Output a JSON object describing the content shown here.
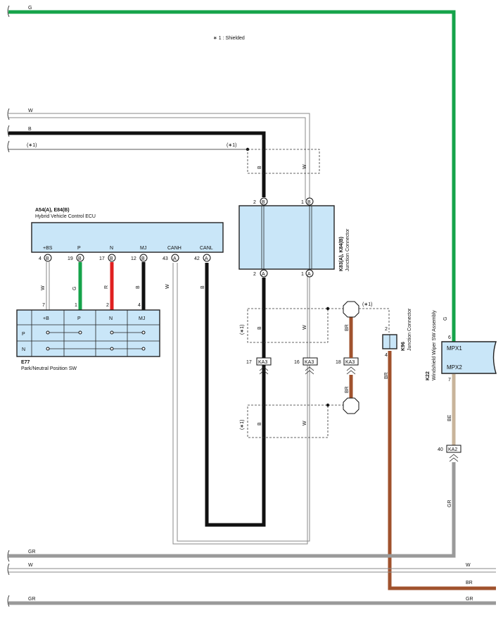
{
  "note": "∗ 1 : Shielded",
  "wire_labels": {
    "G": "G",
    "W": "W",
    "B": "B",
    "R": "R",
    "BR": "BR",
    "GR": "GR",
    "BE": "BE",
    "shield": "(∗1)"
  },
  "ecu": {
    "id": "A54(A), E84(B)",
    "name": "Hybrid Vehicle Control ECU",
    "terminals": [
      "+BS",
      "P",
      "N",
      "MJ",
      "CANH",
      "CANL"
    ],
    "pins": [
      "4",
      "19",
      "17",
      "12",
      "43",
      "42"
    ],
    "conn": [
      "B",
      "B",
      "B",
      "B",
      "A",
      "A"
    ]
  },
  "pn_switch": {
    "id": "E77",
    "name": "Park/Neutral Position SW",
    "cols": [
      "+B",
      "P",
      "N",
      "MJ"
    ],
    "pins": [
      "7",
      "1",
      "2",
      "4"
    ],
    "rows": [
      "P",
      "N"
    ]
  },
  "junction": {
    "id": "K83(A), K84(B)",
    "name": "Junction Connector",
    "top_pins": [
      "2",
      "1"
    ],
    "top_conn": [
      "B",
      "B"
    ],
    "bottom_pins": [
      "2",
      "1"
    ],
    "bottom_conn": [
      "A",
      "A"
    ]
  },
  "k96": {
    "id": "K96",
    "name": "Junction Connector",
    "pin_top": "2",
    "pin_bottom": "4"
  },
  "k22": {
    "id": "K22",
    "name": "Windshield Wiper SW Assembly",
    "terminals": [
      "MPX1",
      "MPX2"
    ],
    "pins": [
      "6",
      "7"
    ]
  },
  "ka3": {
    "label": "KA3",
    "pins": [
      "17",
      "16",
      "18"
    ]
  },
  "ka2": {
    "label": "KA2",
    "pin": "40"
  }
}
